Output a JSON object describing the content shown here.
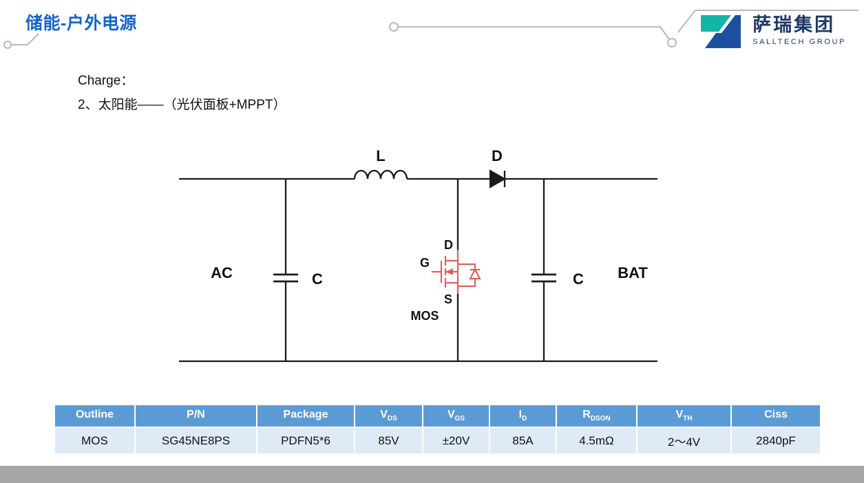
{
  "header": {
    "title": "储能-户外电源",
    "logo": {
      "cn": "萨瑞集团",
      "en": "SALLTECH GROUP"
    }
  },
  "body": {
    "line1": "Charge：",
    "line2": "2、太阳能——（光伏面板+MPPT）"
  },
  "circuit": {
    "labels": {
      "inductor": "L",
      "diode": "D",
      "ac": "AC",
      "cap_left": "C",
      "cap_right": "C",
      "battery": "BAT",
      "mos_gate": "G",
      "mos_drain": "D",
      "mos_source": "S",
      "mos_name": "MOS"
    }
  },
  "table": {
    "headers": [
      {
        "main": "Outline",
        "sub": ""
      },
      {
        "main": "P/N",
        "sub": ""
      },
      {
        "main": "Package",
        "sub": ""
      },
      {
        "main": "V",
        "sub": "DS"
      },
      {
        "main": "V",
        "sub": "GS"
      },
      {
        "main": "I",
        "sub": "D"
      },
      {
        "main": "R",
        "sub": "DSON"
      },
      {
        "main": "V",
        "sub": "TH"
      },
      {
        "main": "Ciss",
        "sub": ""
      }
    ],
    "rows": [
      {
        "cells": [
          "MOS",
          "SG45NE8PS",
          "PDFN5*6",
          "85V",
          "±20V",
          "85A",
          "4.5mΩ",
          "2～4V",
          "2840pF"
        ]
      }
    ]
  },
  "colors": {
    "title_blue": "#1565C6",
    "table_header_blue": "#5B9BD5",
    "table_row_blue": "#DEEBF7",
    "footer_gray": "#A6A6A6",
    "mosfet_red": "#DF6060",
    "logo_teal": "#13B5A6",
    "logo_navy": "#1D4F9E"
  }
}
